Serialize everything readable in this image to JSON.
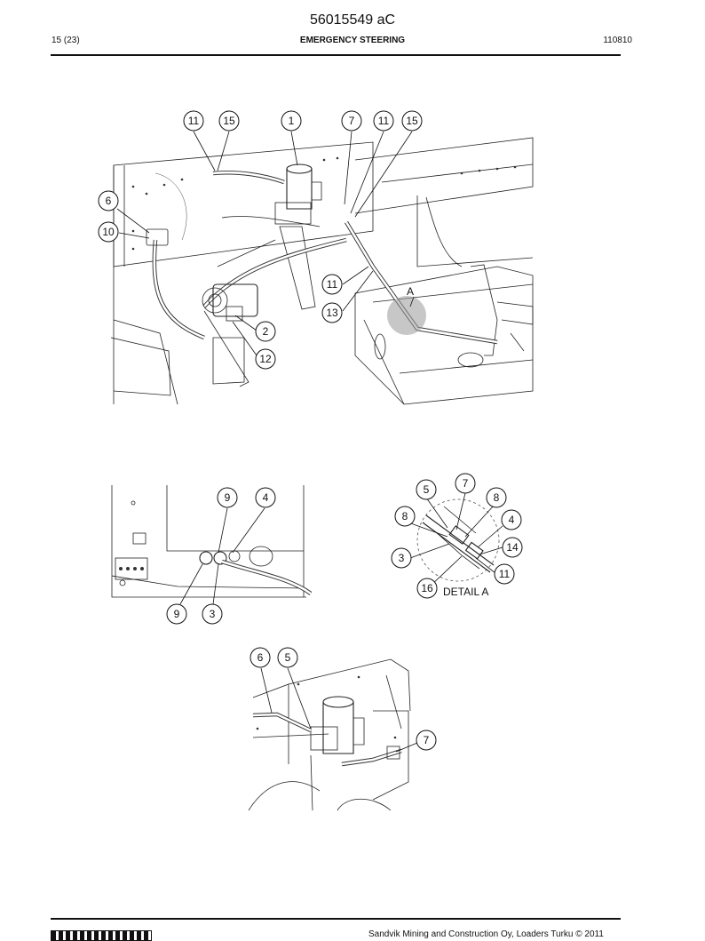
{
  "header": {
    "doc_id": "56015549 aC",
    "page": "15 (23)",
    "section_title": "EMERGENCY STEERING",
    "doc_date": "110810"
  },
  "figure1": {
    "callouts": [
      "11",
      "15",
      "1",
      "7",
      "11",
      "15",
      "6",
      "10",
      "11",
      "13",
      "2",
      "12"
    ],
    "view_label": "A"
  },
  "figure2": {
    "callouts": [
      "9",
      "4",
      "9",
      "3"
    ]
  },
  "figure3": {
    "callouts": [
      "7",
      "5",
      "8",
      "8",
      "4",
      "14",
      "3",
      "11",
      "16"
    ],
    "caption": "DETAIL A"
  },
  "figure4": {
    "callouts": [
      "6",
      "5",
      "7"
    ]
  },
  "footer": {
    "copyright": "Sandvik Mining and Construction Oy, Loaders Turku © 2011"
  }
}
